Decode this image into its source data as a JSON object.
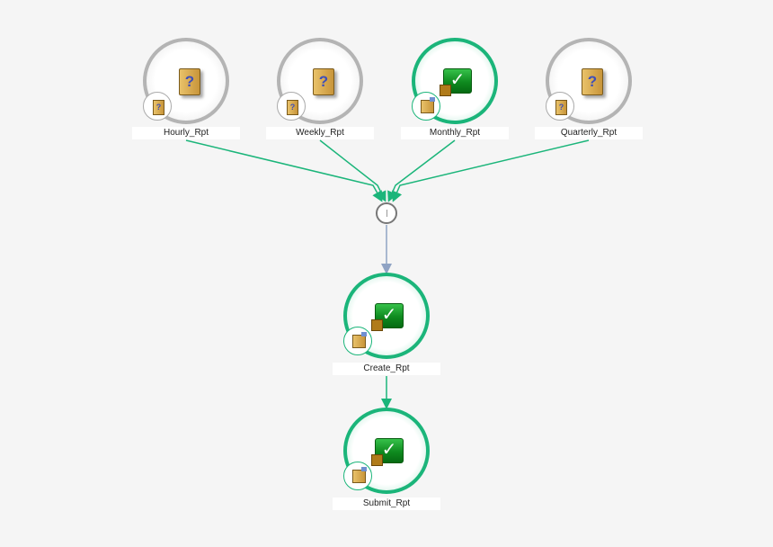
{
  "nodes": [
    {
      "label": "Hourly_Rpt",
      "status": "pending"
    },
    {
      "label": "Weekly_Rpt",
      "status": "pending"
    },
    {
      "label": "Monthly_Rpt",
      "status": "completed"
    },
    {
      "label": "Quarterly_Rpt",
      "status": "pending"
    },
    {
      "label": "Create_Rpt",
      "status": "completed"
    },
    {
      "label": "Submit_Rpt",
      "status": "completed"
    }
  ],
  "colors": {
    "success": "#1bb57a",
    "pending": "#b4b4b4",
    "join_edge": "#8fa3c4"
  },
  "icons": {
    "pending": "unknown-status-icon",
    "completed": "check-icon",
    "join": "and-join-icon"
  }
}
